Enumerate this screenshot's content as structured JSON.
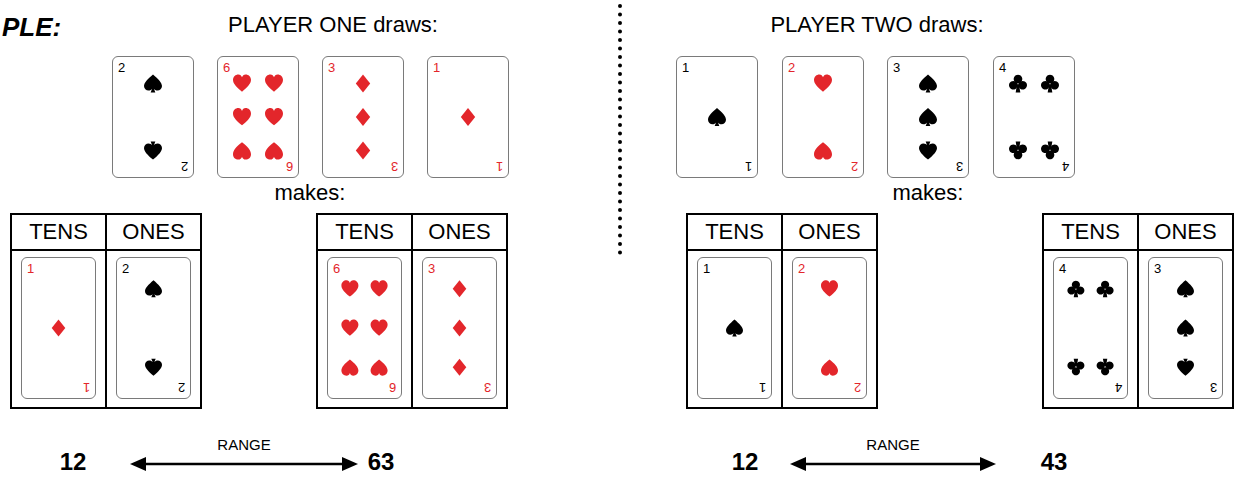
{
  "diagram": {
    "nodes": [
      {
        "text": [
          "2",
          "2"
        ]
      },
      {
        "text": [
          "6",
          "6"
        ]
      },
      {
        "text": [
          "3",
          "3"
        ]
      },
      {
        "text": [
          "1",
          "1"
        ]
      },
      {
        "text": [
          "1",
          "1"
        ]
      },
      {
        "text": [
          "2",
          "2"
        ]
      },
      {
        "text": [
          "3",
          "3"
        ]
      },
      {
        "text": [
          "4",
          "4"
        ]
      },
      {
        "text": [
          "TENS"
        ]
      },
      {
        "text": [
          "1",
          "1"
        ],
        "in": 8
      },
      {
        "text": [
          "ONES"
        ]
      },
      {
        "text": [
          "2",
          "2"
        ],
        "in": 10
      },
      {
        "text": [
          "TENS"
        ]
      },
      {
        "text": [
          "6",
          "6"
        ],
        "in": 12
      },
      {
        "text": [
          "ONES"
        ]
      },
      {
        "text": [
          "3",
          "3"
        ],
        "in": 14
      },
      {
        "text": [
          "TENS"
        ]
      },
      {
        "text": [
          "1",
          "1"
        ],
        "in": 16
      },
      {
        "text": [
          "ONES"
        ]
      },
      {
        "text": [
          "2",
          "2"
        ],
        "in": 18
      },
      {
        "text": [
          "TENS"
        ]
      },
      {
        "text": [
          "4",
          "4"
        ],
        "in": 20
      },
      {
        "text": [
          "ONES"
        ]
      },
      {
        "text": [
          "3",
          "3"
        ],
        "in": 22
      }
    ],
    "labels": [
      "PLE:",
      "PLAYER ONE draws:",
      "PLAYER TWO draws:",
      "makes:",
      "makes:",
      "12",
      "RANGE",
      "63",
      "12",
      "RANGE",
      "43"
    ]
  }
}
